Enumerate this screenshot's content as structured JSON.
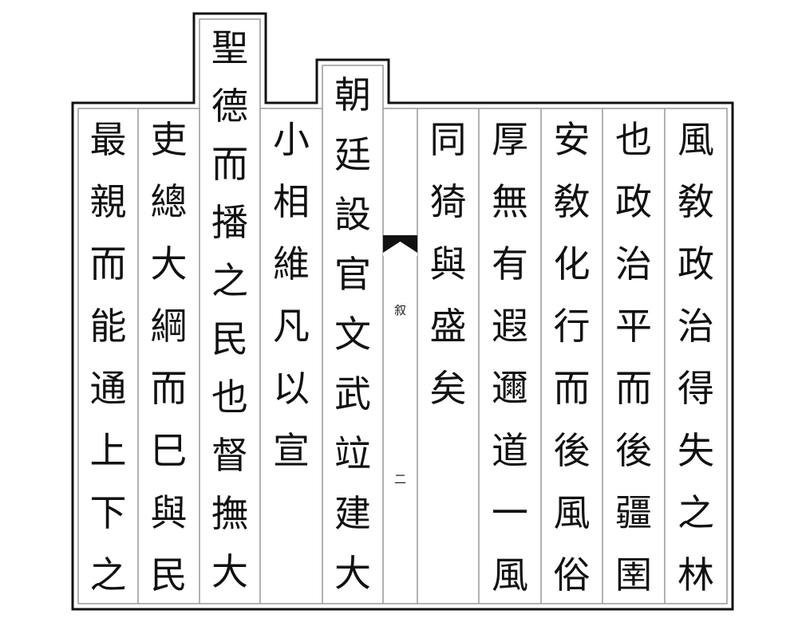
{
  "page": {
    "layout": "vertical-right-to-left",
    "center_column": {
      "title": "叙",
      "page_number": "二",
      "ornament": "fish-tail-mark"
    },
    "columns": [
      {
        "id": 1,
        "chars": [
          "風",
          "敎",
          "政",
          "治",
          "得",
          "失",
          "之",
          "林"
        ],
        "raised": false
      },
      {
        "id": 2,
        "chars": [
          "也",
          "政",
          "治",
          "平",
          "而",
          "後",
          "疆",
          "圉"
        ],
        "raised": false
      },
      {
        "id": 3,
        "chars": [
          "安",
          "敎",
          "化",
          "行",
          "而",
          "後",
          "風",
          "俗"
        ],
        "raised": false
      },
      {
        "id": 4,
        "chars": [
          "厚",
          "無",
          "有",
          "遐",
          "邇",
          "道",
          "一",
          "風"
        ],
        "raised": false
      },
      {
        "id": 5,
        "chars": [
          "同",
          "猗",
          "與",
          "盛",
          "矣"
        ],
        "raised": false
      },
      {
        "id": 6,
        "chars": [
          "朝",
          "廷",
          "設",
          "官",
          "文",
          "武",
          "竝",
          "建",
          "大"
        ],
        "raised": "single"
      },
      {
        "id": 7,
        "chars": [
          "小",
          "相",
          "維",
          "凡",
          "以",
          "宣"
        ],
        "raised": false
      },
      {
        "id": 8,
        "chars": [
          "聖",
          "德",
          "而",
          "播",
          "之",
          "民",
          "也",
          "督",
          "撫",
          "大"
        ],
        "raised": "double"
      },
      {
        "id": 9,
        "chars": [
          "吏",
          "總",
          "大",
          "綱",
          "而",
          "巳",
          "與",
          "民"
        ],
        "raised": false
      },
      {
        "id": 10,
        "chars": [
          "最",
          "親",
          "而",
          "能",
          "通",
          "上",
          "下",
          "之"
        ],
        "raised": false
      }
    ]
  }
}
